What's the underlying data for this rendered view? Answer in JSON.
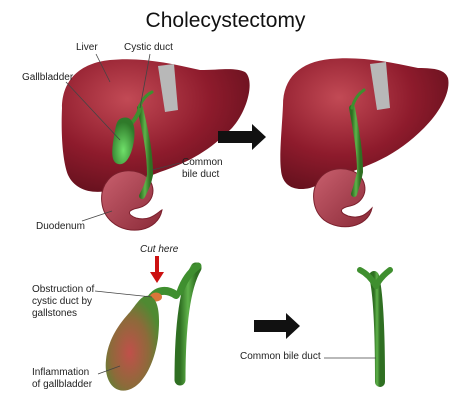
{
  "title": "Cholecystectomy",
  "labels": {
    "liver": "Liver",
    "cystic_duct": "Cystic duct",
    "gallbladder": "Gallbladder",
    "common_bile_duct_top": "Common\nbile duct",
    "duodenum": "Duodenum",
    "cut_here": "Cut here",
    "obstruction": "Obstruction of\ncystic duct by\ngallstones",
    "inflammation": "Inflammation\nof gallbladder",
    "common_bile_duct_bottom": "Common bile duct"
  },
  "colors": {
    "liver": "#8e1b2c",
    "liver_highlight": "#c0474f",
    "duct": "#3f8f2f",
    "gallbladder_inflamed": "#b24a3f",
    "ligament": "#b8b8b8",
    "arrow": "#111111",
    "cut_arrow": "#cc1111"
  }
}
